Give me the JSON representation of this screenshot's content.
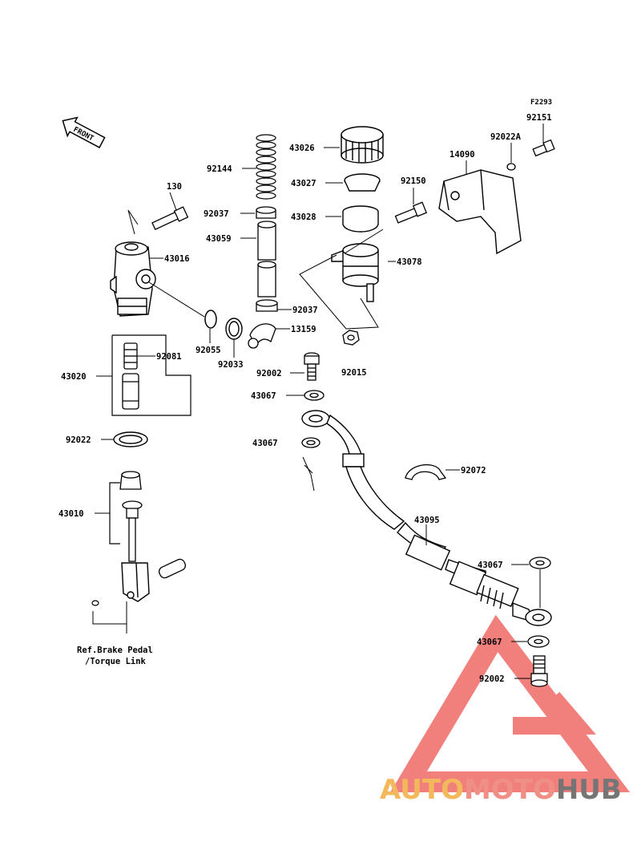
{
  "diagram_code": "F2293",
  "front_label": "FRONT",
  "parts": {
    "p130": "130",
    "p43016": "43016",
    "p43020": "43020",
    "p92081": "92081",
    "p92022": "92022",
    "p43010": "43010",
    "p92144": "92144",
    "p92037a": "92037",
    "p43059": "43059",
    "p92037b": "92037",
    "p13159": "13159",
    "p92055": "92055",
    "p92033": "92033",
    "p43026": "43026",
    "p43027": "43027",
    "p43028": "43028",
    "p92150": "92150",
    "p43078": "43078",
    "p92015": "92015",
    "p14090": "14090",
    "p92022A": "92022A",
    "p92151": "92151",
    "p92002a": "92002",
    "p43067a": "43067",
    "p43067b": "43067",
    "p92072": "92072",
    "p43095": "43095",
    "p43067c": "43067",
    "p43067d": "43067",
    "p92002b": "92002"
  },
  "ref_note": {
    "line1": "Ref.Brake Pedal",
    "line2": "/Torque Link"
  },
  "watermark": {
    "part1": "AUTO",
    "part2": "MOTO",
    "part3": "HUB",
    "color_auto": "#f4b85c",
    "color_moto": "#ef8f86",
    "color_hub": "#757575",
    "logo_color": "#ef6b67"
  }
}
